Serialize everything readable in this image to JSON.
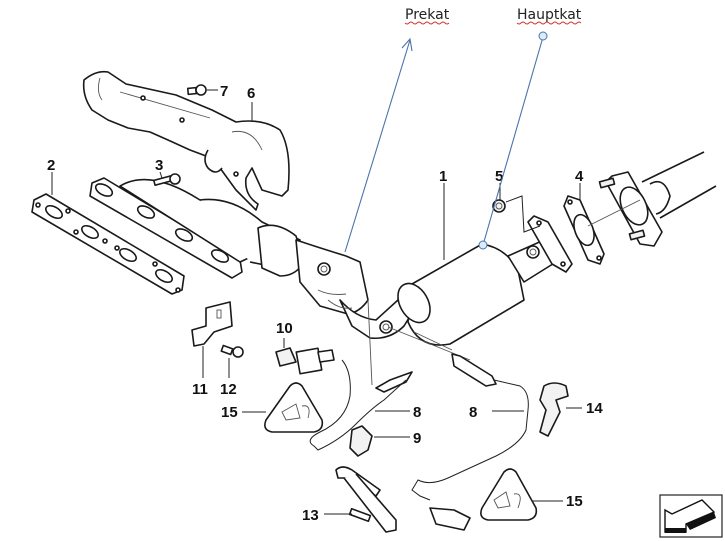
{
  "diagram": {
    "subject": "Exhaust manifold with catalytic converter parts diagram",
    "annotations": [
      {
        "id": "prekat",
        "label": "Prekat",
        "pointer": "arrow"
      },
      {
        "id": "hauptkat",
        "label": "Hauptkat",
        "pointer": "circle-line"
      }
    ],
    "callouts": {
      "c1": "1",
      "c2": "2",
      "c3": "3",
      "c4": "4",
      "c5": "5",
      "c6": "6",
      "c7": "7",
      "c8a": "8",
      "c8b": "8",
      "c9": "9",
      "c10": "10",
      "c11": "11",
      "c12": "12",
      "c13": "13",
      "c14": "14",
      "c15a": "15",
      "c15b": "15"
    },
    "parts": [
      {
        "number": "1",
        "name": "catalytic converter (main)"
      },
      {
        "number": "2",
        "name": "gasket"
      },
      {
        "number": "3",
        "name": "bolt"
      },
      {
        "number": "4",
        "name": "flange gasket"
      },
      {
        "number": "5",
        "name": "nut"
      },
      {
        "number": "6",
        "name": "heat shield"
      },
      {
        "number": "7",
        "name": "bolt"
      },
      {
        "number": "8",
        "name": "oxygen sensor"
      },
      {
        "number": "9",
        "name": "clip"
      },
      {
        "number": "10",
        "name": "clip"
      },
      {
        "number": "11",
        "name": "bracket"
      },
      {
        "number": "12",
        "name": "bolt"
      },
      {
        "number": "13",
        "name": "holder"
      },
      {
        "number": "14",
        "name": "clamp"
      },
      {
        "number": "15",
        "name": "warning label"
      }
    ],
    "colors": {
      "annotation_line": "#4a74a8",
      "spellcheck_underline": "#d03030",
      "line_art": "#1a1a1a"
    }
  }
}
